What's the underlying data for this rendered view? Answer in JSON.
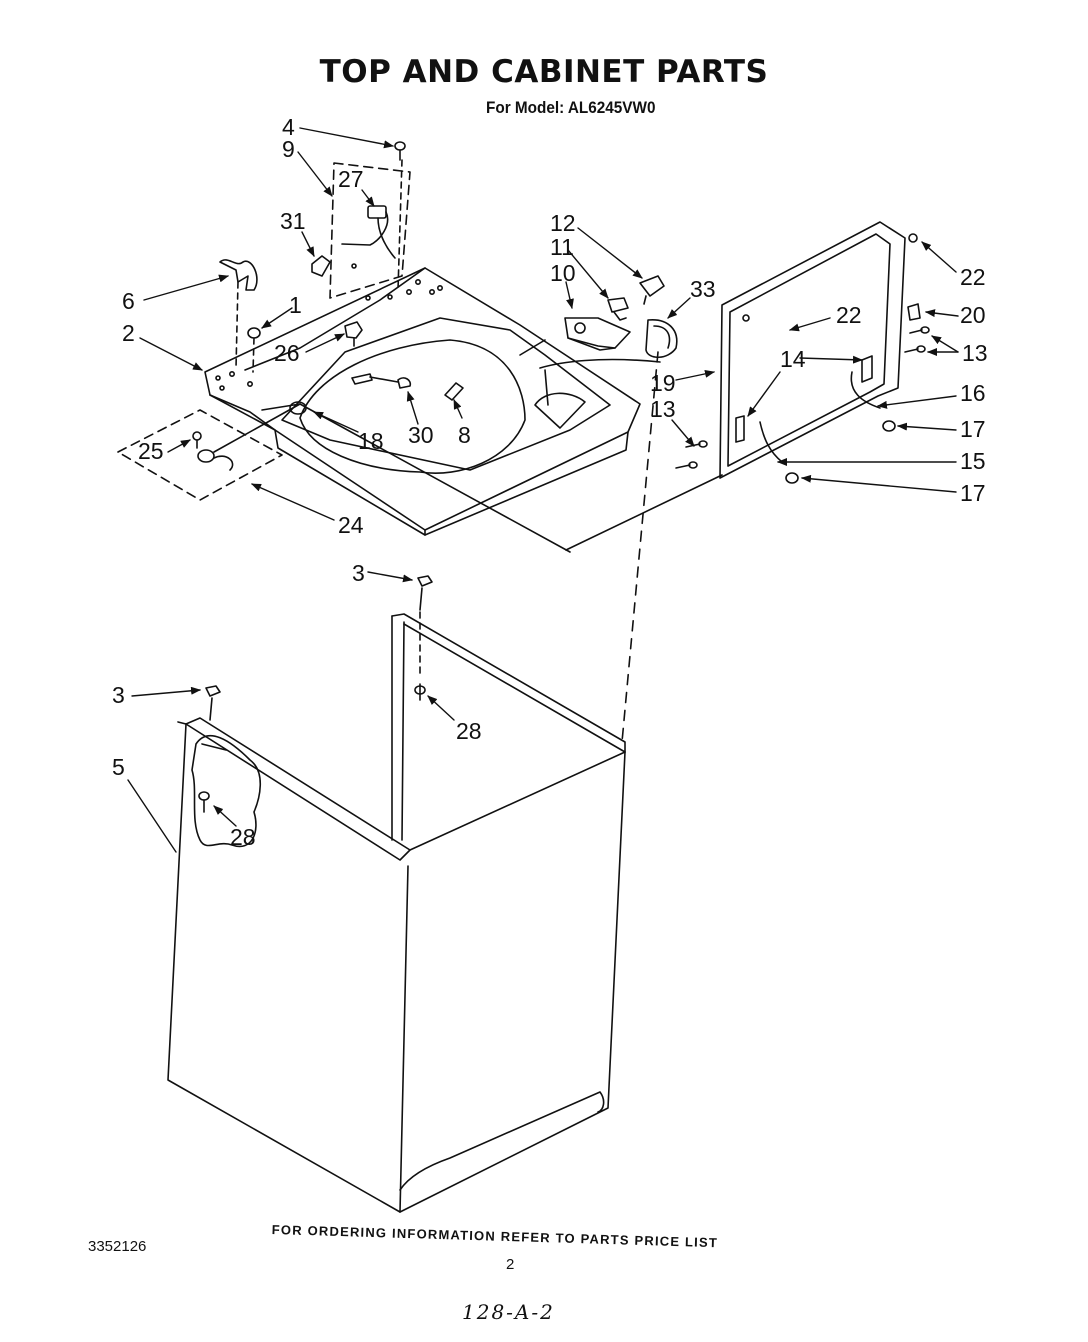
{
  "title": "TOP AND CABINET PARTS",
  "subtitle": "For Model: AL6245VW0",
  "parts": [
    {
      "id": "p4",
      "label": "4"
    },
    {
      "id": "p9",
      "label": "9"
    },
    {
      "id": "p27",
      "label": "27"
    },
    {
      "id": "p31",
      "label": "31"
    },
    {
      "id": "p6",
      "label": "6"
    },
    {
      "id": "p1",
      "label": "1"
    },
    {
      "id": "p2",
      "label": "2"
    },
    {
      "id": "p26",
      "label": "26"
    },
    {
      "id": "p18",
      "label": "18"
    },
    {
      "id": "p30",
      "label": "30"
    },
    {
      "id": "p8",
      "label": "8"
    },
    {
      "id": "p25",
      "label": "25"
    },
    {
      "id": "p24",
      "label": "24"
    },
    {
      "id": "p12",
      "label": "12"
    },
    {
      "id": "p11",
      "label": "11"
    },
    {
      "id": "p10",
      "label": "10"
    },
    {
      "id": "p33",
      "label": "33"
    },
    {
      "id": "p22a",
      "label": "22"
    },
    {
      "id": "p22b",
      "label": "22"
    },
    {
      "id": "p20",
      "label": "20"
    },
    {
      "id": "p13a",
      "label": "13"
    },
    {
      "id": "p14",
      "label": "14"
    },
    {
      "id": "p19",
      "label": "19"
    },
    {
      "id": "p16",
      "label": "16"
    },
    {
      "id": "p13b",
      "label": "13"
    },
    {
      "id": "p17a",
      "label": "17"
    },
    {
      "id": "p15",
      "label": "15"
    },
    {
      "id": "p17b",
      "label": "17"
    },
    {
      "id": "p3a",
      "label": "3"
    },
    {
      "id": "p3b",
      "label": "3"
    },
    {
      "id": "p28a",
      "label": "28"
    },
    {
      "id": "p5",
      "label": "5"
    },
    {
      "id": "p28b",
      "label": "28"
    }
  ],
  "footer_note": "FOR ORDERING INFORMATION REFER TO PARTS PRICE LIST",
  "doc_id": "3352126",
  "page_number": "2",
  "handwritten_code": "128-A-2"
}
